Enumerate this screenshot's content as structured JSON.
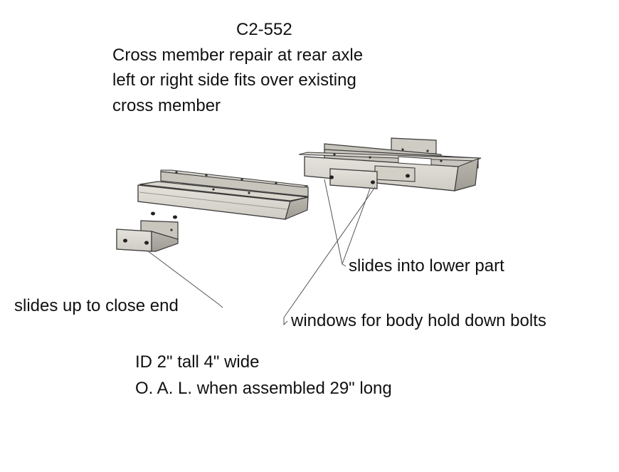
{
  "title": {
    "part_number": "C2-552",
    "description_lines": [
      "Cross member repair at rear axle",
      "left or right side fits over existing",
      "cross member"
    ]
  },
  "callouts": {
    "slides_into_lower": "slides into lower part",
    "slides_up": "slides up to close end",
    "windows": "windows for body hold down bolts"
  },
  "specs": {
    "line1": "ID 2\" tall 4\" wide",
    "line2": "O. A. L. when assembled 29\" long"
  },
  "colors": {
    "metal_light": "#dcdad3",
    "metal_mid": "#bdbab2",
    "metal_dark": "#8d8a83",
    "outline": "#3a3a3a",
    "leader": "#555555"
  }
}
